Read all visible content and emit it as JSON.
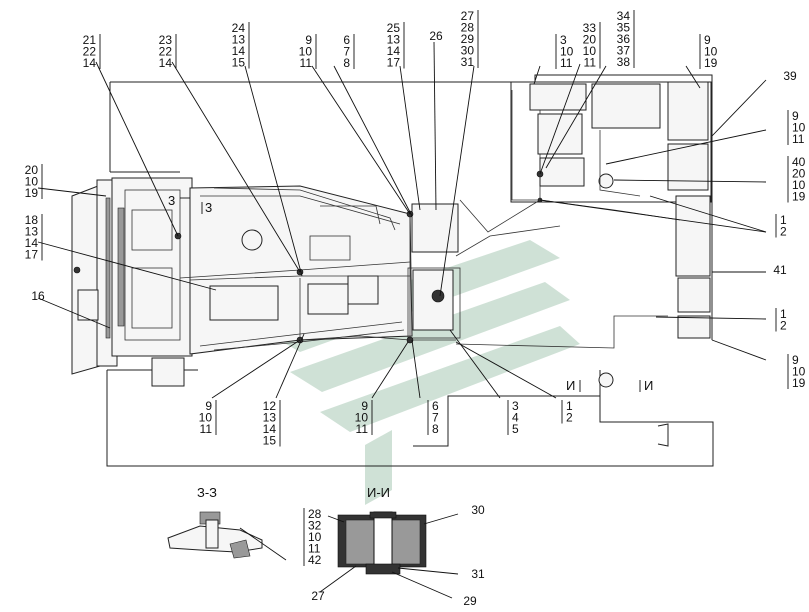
{
  "callouts": [
    {
      "id": "c1",
      "lines": [
        "21",
        "22",
        "14"
      ]
    },
    {
      "id": "c2",
      "lines": [
        "23",
        "22",
        "14"
      ]
    },
    {
      "id": "c3",
      "lines": [
        "24",
        "13",
        "14",
        "15"
      ]
    },
    {
      "id": "c4",
      "lines": [
        "9",
        "10",
        "11"
      ]
    },
    {
      "id": "c5",
      "lines": [
        "6",
        "7",
        "8"
      ]
    },
    {
      "id": "c6",
      "lines": [
        "25",
        "13",
        "14",
        "17"
      ]
    },
    {
      "id": "c7",
      "lines": [
        "26"
      ]
    },
    {
      "id": "c8",
      "lines": [
        "27",
        "28",
        "29",
        "30",
        "31"
      ]
    },
    {
      "id": "c9",
      "lines": [
        "3",
        "10",
        "11"
      ]
    },
    {
      "id": "c10",
      "lines": [
        "33",
        "20",
        "10",
        "11"
      ]
    },
    {
      "id": "c11",
      "lines": [
        "34",
        "35",
        "36",
        "37",
        "38"
      ]
    },
    {
      "id": "c12",
      "lines": [
        "9",
        "10",
        "19"
      ]
    },
    {
      "id": "c13",
      "lines": [
        "39"
      ]
    },
    {
      "id": "c14",
      "lines": [
        "9",
        "10",
        "11"
      ]
    },
    {
      "id": "c15",
      "lines": [
        "40",
        "20",
        "10",
        "19"
      ]
    },
    {
      "id": "c16",
      "lines": [
        "1",
        "2"
      ]
    },
    {
      "id": "c17",
      "lines": [
        "41"
      ]
    },
    {
      "id": "c18",
      "lines": [
        "1",
        "2"
      ]
    },
    {
      "id": "c19",
      "lines": [
        "9",
        "10",
        "19"
      ]
    },
    {
      "id": "c20",
      "lines": [
        "20",
        "10",
        "19"
      ]
    },
    {
      "id": "c21",
      "lines": [
        "18",
        "13",
        "14",
        "17"
      ]
    },
    {
      "id": "c22",
      "lines": [
        "16"
      ]
    },
    {
      "id": "c23",
      "lines": [
        "9",
        "10",
        "11"
      ]
    },
    {
      "id": "c24",
      "lines": [
        "12",
        "13",
        "14",
        "15"
      ]
    },
    {
      "id": "c25",
      "lines": [
        "9",
        "10",
        "11"
      ]
    },
    {
      "id": "c26",
      "lines": [
        "6",
        "7",
        "8"
      ]
    },
    {
      "id": "c27",
      "lines": [
        "3",
        "4",
        "5"
      ]
    },
    {
      "id": "c28",
      "lines": [
        "1",
        "2"
      ]
    },
    {
      "id": "c29",
      "lines": [
        "28",
        "32",
        "10",
        "11",
        "42"
      ]
    },
    {
      "id": "c30",
      "lines": [
        "30"
      ]
    },
    {
      "id": "c31",
      "lines": [
        "31"
      ]
    },
    {
      "id": "c32",
      "lines": [
        "27"
      ]
    },
    {
      "id": "c33",
      "lines": [
        "29"
      ]
    }
  ],
  "section_marks": {
    "z_mark": "3",
    "z_mark_left": "3",
    "i_mark_left": "И",
    "i_mark_right": "И"
  },
  "section_titles": {
    "zz": "З-З",
    "ii": "И-И"
  }
}
